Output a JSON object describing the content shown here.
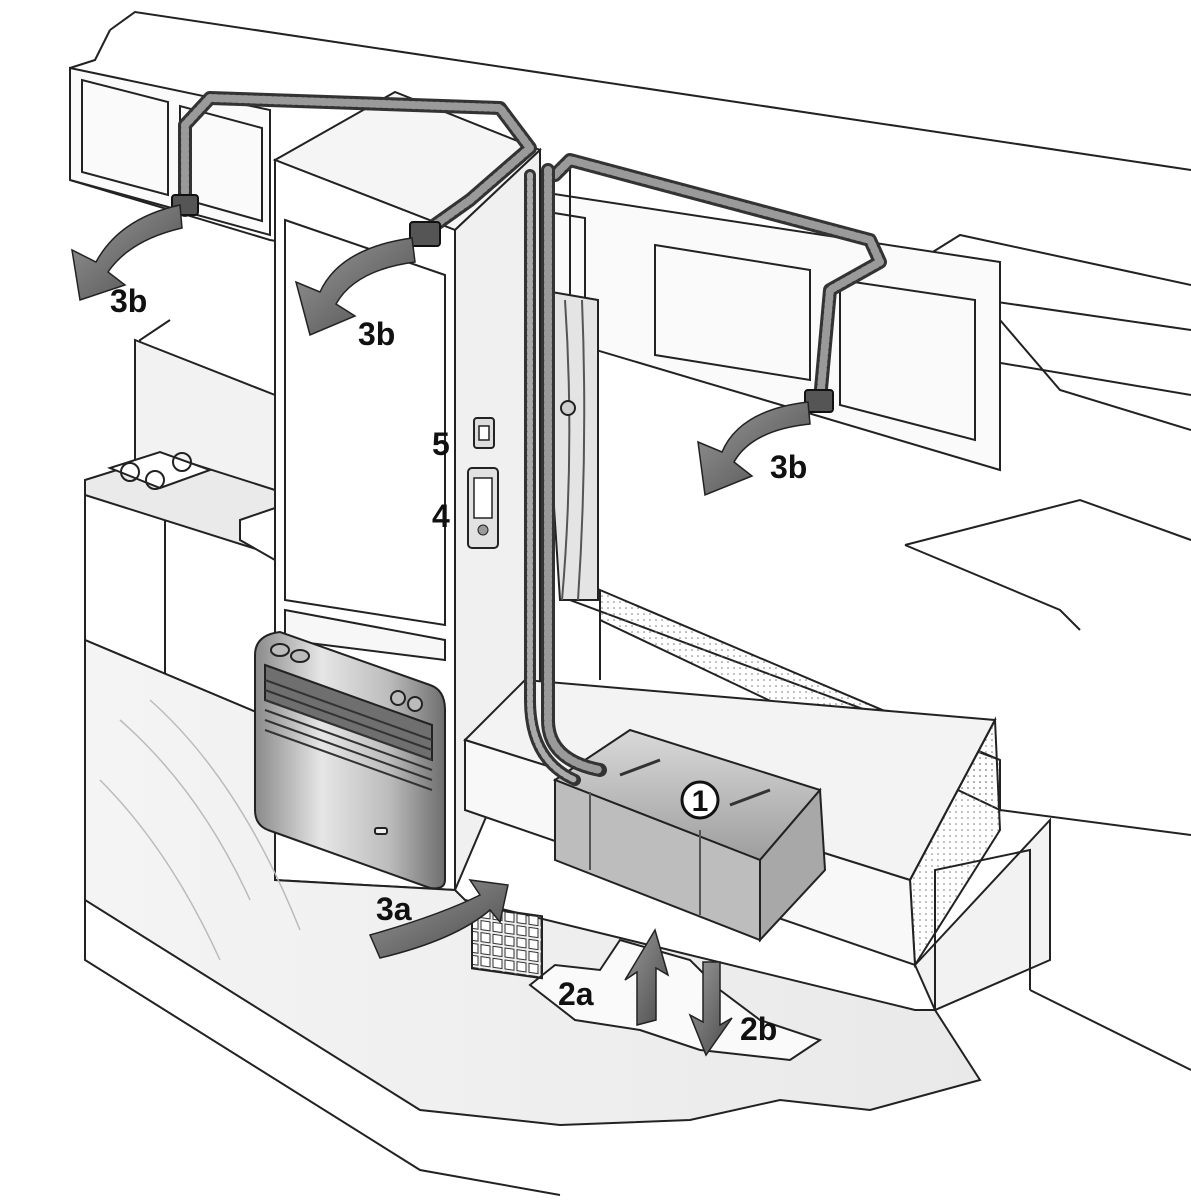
{
  "diagram": {
    "callouts": {
      "c1": "1",
      "c2a": "2a",
      "c2b": "2b",
      "c3a": "3a",
      "c3b_left": "3b",
      "c3b_mid": "3b",
      "c3b_right": "3b",
      "c4": "4",
      "c5": "5"
    }
  }
}
